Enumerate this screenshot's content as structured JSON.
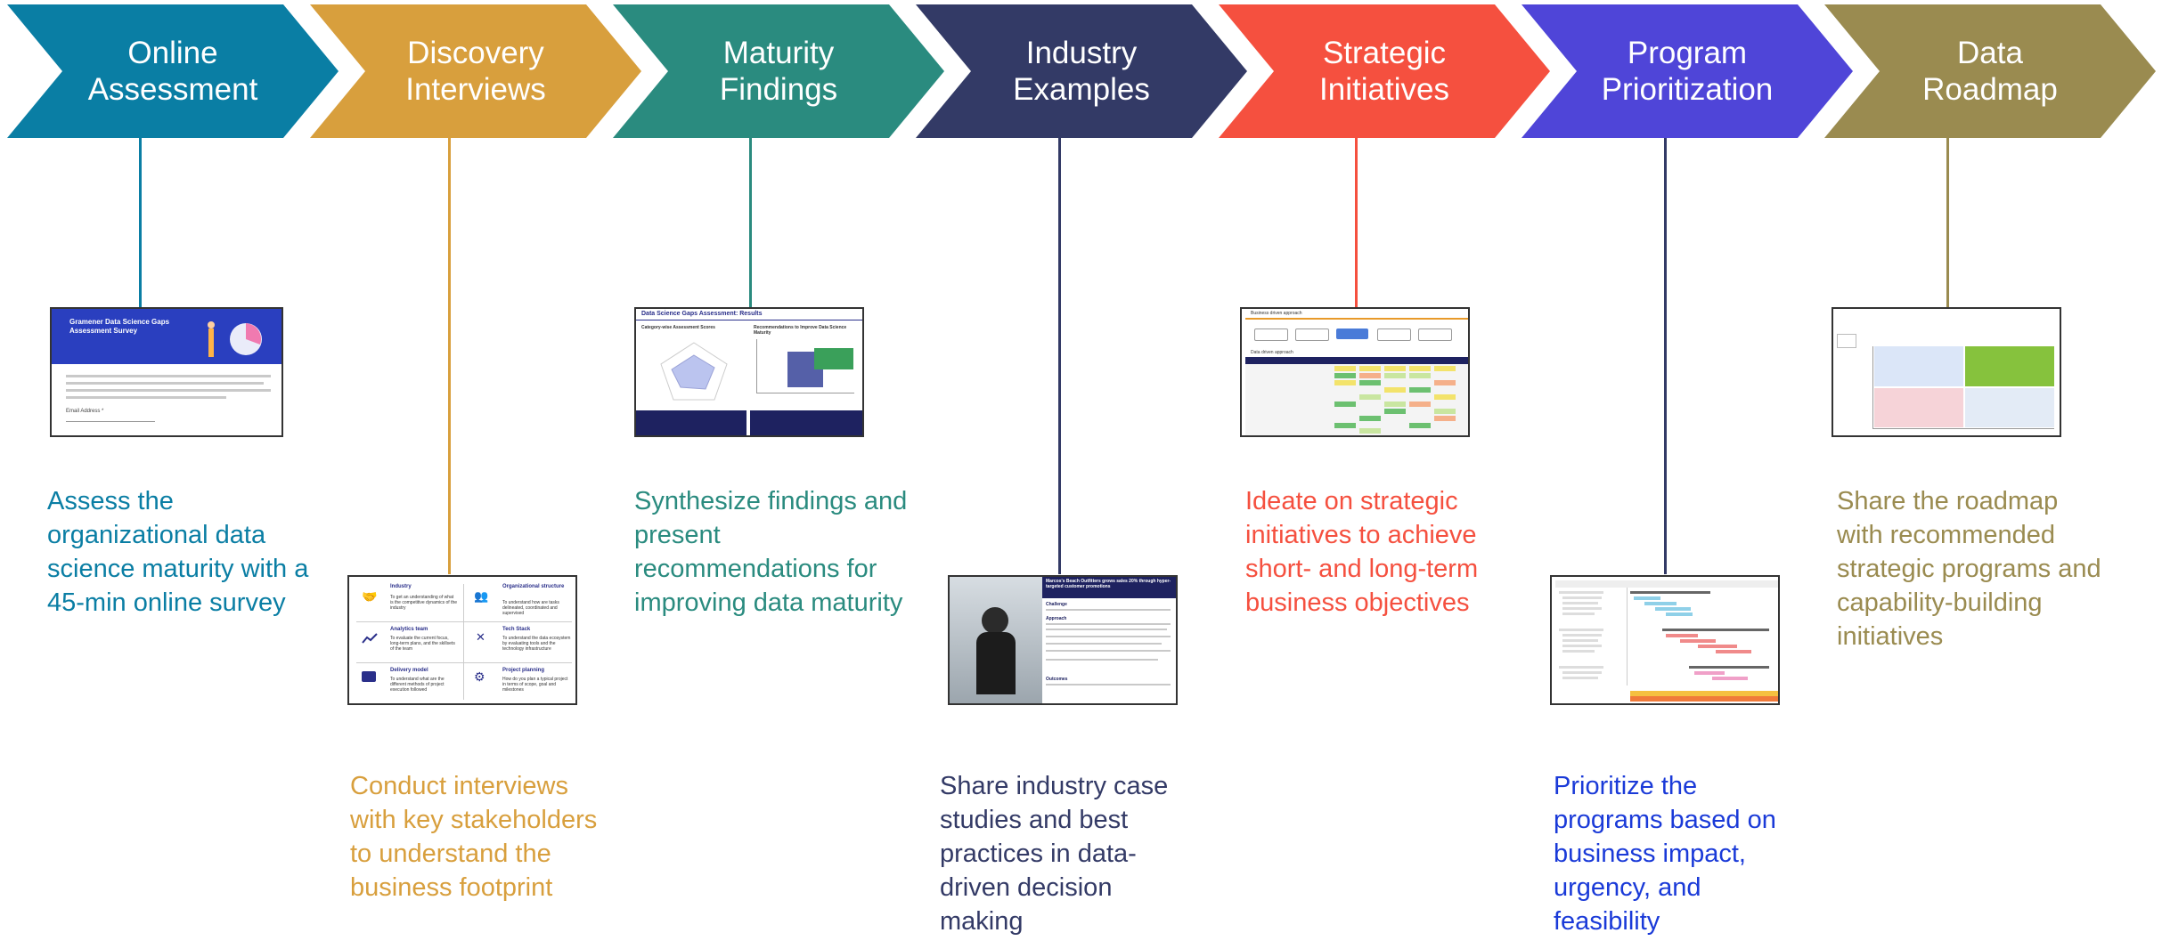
{
  "steps": [
    {
      "title": "Online\nAssessment",
      "color": "#0a7ea4",
      "description": "Assess the organizational data science maturity with a 45-min online survey"
    },
    {
      "title": "Discovery\nInterviews",
      "color": "#d89f3d",
      "description": "Conduct interviews with key stakeholders to understand the business footprint"
    },
    {
      "title": "Maturity\nFindings",
      "color": "#2a8b7f",
      "description": "Synthesize findings and  present recommendations for improving data maturity"
    },
    {
      "title": "Industry\nExamples",
      "color": "#333a66",
      "description": "Share industry case studies and best practices in data-driven decision making"
    },
    {
      "title": "Strategic\nInitiatives",
      "color": "#f5503f",
      "description": "Ideate on strategic initiatives to achieve short- and long-term business objectives"
    },
    {
      "title": "Program\nPrioritization",
      "color": "#4f45d8",
      "description": "Prioritize the programs based on business impact, urgency, and feasibility"
    },
    {
      "title": "Data\nRoadmap",
      "color": "#9a8b50",
      "description": "Share the roadmap with recommended strategic programs and capability-building initiatives"
    }
  ],
  "description_colors": [
    "#0a7ea4",
    "#d89f3d",
    "#2a8b7f",
    "#333a66",
    "#f5503f",
    "#1a3ad8",
    "#9a8b50"
  ],
  "thumbnails": {
    "survey": {
      "title": "Gramener Data Science Gaps Assessment Survey",
      "label": "Email Address *"
    },
    "interviews": {
      "items": [
        {
          "heading": "Industry",
          "text": "To get an understanding of what is the competitive dynamics of the industry"
        },
        {
          "heading": "Organizational structure",
          "text": "To understand how are tasks delineated, coordinated and supervised"
        },
        {
          "heading": "Analytics team",
          "text": "To evaluate the current focus, long-term plans, and the skillsets of the team"
        },
        {
          "heading": "Tech Stack",
          "text": "To understand the data ecosystem by evaluating tools and the technology infrastructure"
        },
        {
          "heading": "Delivery model",
          "text": "To understand what are the different methods of project execution followed"
        },
        {
          "heading": "Project planning",
          "text": "How do you plan a typical project in terms of scope, goal and milestones"
        }
      ]
    },
    "findings": {
      "title": "Data Science Gaps Assessment: Results",
      "left": "Category-wise Assessment Scores",
      "right": "Recommendations to Improve Data Science Maturity"
    },
    "industry": {
      "title": "Marcos's Beach Outfitters grows sales 20% through hyper-targeted customer promotions",
      "challenge": "Challenge",
      "approach": "Approach",
      "outcome": "Outcomes"
    },
    "strategic": {
      "title": "Business driven approach",
      "data_title": "Data driven approach"
    }
  }
}
